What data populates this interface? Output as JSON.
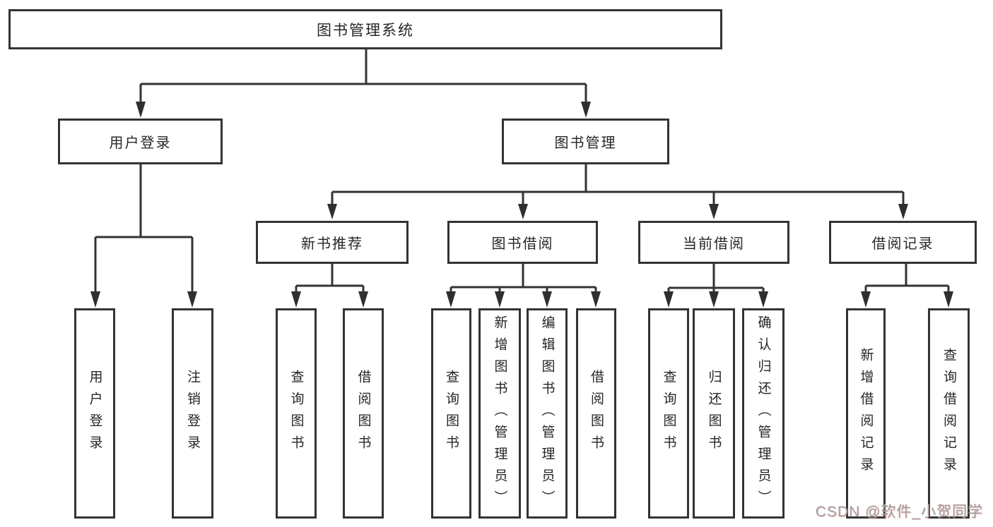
{
  "diagram": {
    "root": {
      "label": "图书管理系统",
      "children": [
        {
          "label": "用户登录",
          "children": [
            {
              "label": "用户登录"
            },
            {
              "label": "注销登录"
            }
          ]
        },
        {
          "label": "图书管理",
          "children": [
            {
              "label": "新书推荐",
              "children": [
                {
                  "label": "查询图书"
                },
                {
                  "label": "借阅图书"
                }
              ]
            },
            {
              "label": "图书借阅",
              "children": [
                {
                  "label": "查询图书"
                },
                {
                  "label": "新增图书（管理员）"
                },
                {
                  "label": "编辑图书（管理员）"
                },
                {
                  "label": "借阅图书"
                }
              ]
            },
            {
              "label": "当前借阅",
              "children": [
                {
                  "label": "查询图书"
                },
                {
                  "label": "归还图书"
                },
                {
                  "label": "确认归还（管理员）"
                }
              ]
            },
            {
              "label": "借阅记录",
              "children": [
                {
                  "label": "新增借阅记录"
                },
                {
                  "label": "查询借阅记录"
                }
              ]
            }
          ]
        }
      ]
    }
  },
  "watermark": {
    "text": "CSDN @软件_小贺同学"
  },
  "colors": {
    "line": "#333333",
    "arrow": "#2f2f2f",
    "box_border": "#333333",
    "text": "#262626",
    "background": "#ffffff",
    "watermark": "#a39f9f"
  }
}
